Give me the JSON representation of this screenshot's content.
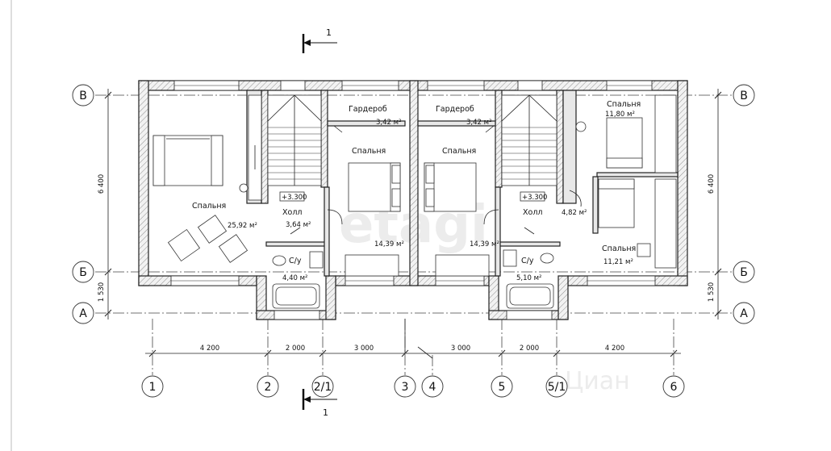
{
  "axes_horizontal": [
    "В",
    "Б",
    "А"
  ],
  "axes_vertical": [
    "1",
    "2",
    "2/1",
    "3",
    "4",
    "5",
    "5/1",
    "6"
  ],
  "section_mark": "1",
  "dimensions": {
    "left_total": "6 400",
    "left_bottom": "1 530",
    "right_total": "6 400",
    "right_bottom": "1 530",
    "bottom": [
      "4 200",
      "2 000",
      "3 000",
      "3 000",
      "2 000",
      "4 200"
    ]
  },
  "rooms": {
    "bedroom_large": {
      "name": "Спальня",
      "area": "25,92 м²"
    },
    "hall_left": {
      "name": "Холл",
      "area": "3,64 м²",
      "level": "+3.300"
    },
    "bath_left": {
      "name": "С/у",
      "area": "4,40 м²"
    },
    "wardrobe_left": {
      "name": "Гардероб",
      "area": "3,42 м²"
    },
    "bedroom_mid_left": {
      "name": "Спальня",
      "area": "14,39 м²"
    },
    "wardrobe_right": {
      "name": "Гардероб",
      "area": "3,42 м²"
    },
    "bedroom_mid_right": {
      "name": "Спальня",
      "area": "14,39 м²"
    },
    "hall_right": {
      "name": "Холл",
      "area": "4,82 м²",
      "level": "+3.300"
    },
    "bath_right": {
      "name": "С/у",
      "area": "5,10 м²"
    },
    "bedroom_top_right": {
      "name": "Спальня",
      "area": "11,80 м²"
    },
    "bedroom_bottom_right": {
      "name": "Спальня",
      "area": "11,21 м²"
    }
  }
}
